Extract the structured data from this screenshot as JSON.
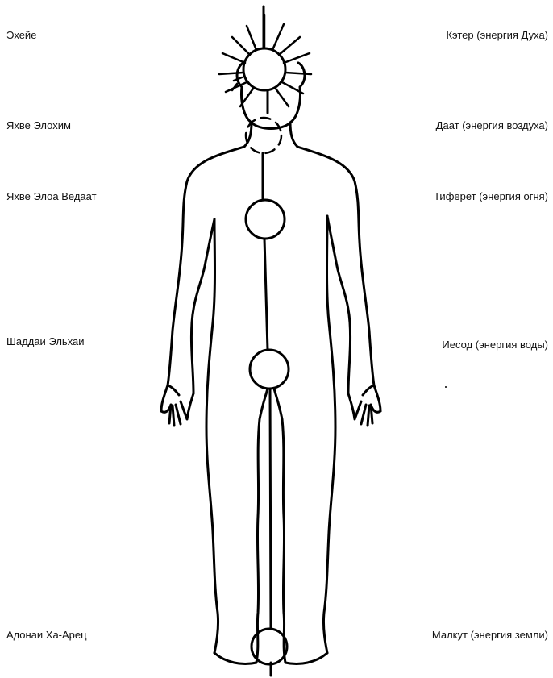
{
  "colors": {
    "ink": "#000000",
    "background": "#ffffff"
  },
  "names": [
    "Эхейе",
    "Яхве Элохим",
    "Яхве Элоа Ведаат",
    "Шаддаи Эльхаи",
    "Адонаи Ха-Арец"
  ],
  "sephiroth": [
    "Кэтер (энергия Духа)",
    "Даат (энергия воздуха)",
    "Тиферет (энергия огня)",
    "Иесод (энергия воды)",
    "Малкут (энергия земли)"
  ]
}
